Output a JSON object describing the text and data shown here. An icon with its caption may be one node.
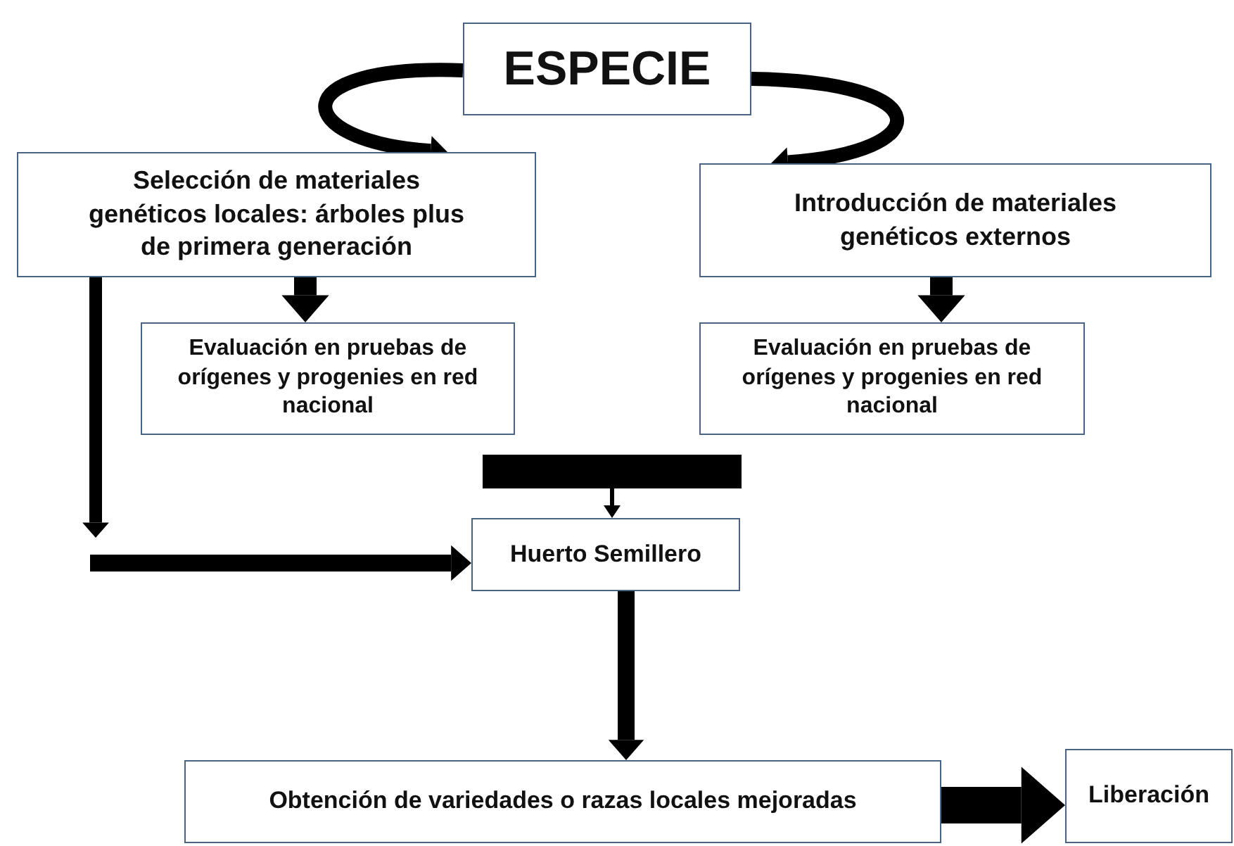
{
  "diagram": {
    "nodes": [
      {
        "text": [
          "ESPECIE"
        ]
      },
      {
        "text": [
          "Selección de materiales genéticos locales: árboles plus de primera generación"
        ]
      },
      {
        "text": [
          "Introducción de materiales genéticos externos"
        ]
      },
      {
        "text": [
          "Evaluación en pruebas de orígenes y progenies en red nacional"
        ]
      },
      {
        "text": [
          "Evaluación en pruebas de orígenes y progenies en red nacional"
        ]
      },
      {
        "text": [],
        "shape": "bar"
      },
      {
        "text": [
          "Huerto Semillero"
        ]
      },
      {
        "text": [
          "Obtención de variedades o razas locales mejoradas"
        ]
      },
      {
        "text": [
          "Liberación"
        ]
      }
    ],
    "edges": [
      {
        "from": 0,
        "to": 1,
        "arrow": "to"
      },
      {
        "from": 0,
        "to": 2,
        "arrow": "to"
      },
      {
        "from": 1,
        "to": 3,
        "arrow": "to"
      },
      {
        "from": 2,
        "to": 4,
        "arrow": "to"
      },
      {
        "from": 1,
        "to": null,
        "arrow": "to"
      },
      {
        "from": null,
        "to": 6,
        "arrow": "to"
      },
      {
        "from": 5,
        "to": 6,
        "arrow": "to"
      },
      {
        "from": 6,
        "to": 7,
        "arrow": "to"
      },
      {
        "from": 7,
        "to": 8,
        "arrow": "to",
        "style": "thick"
      }
    ]
  }
}
